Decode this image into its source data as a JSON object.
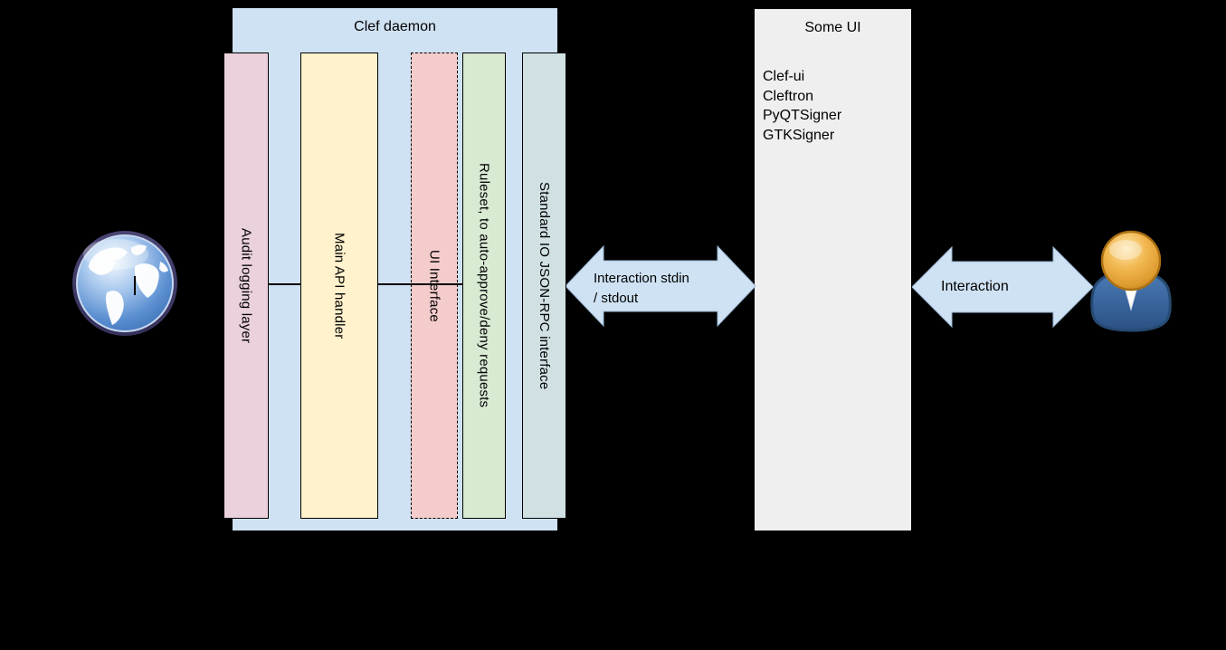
{
  "diagram": {
    "clef_box": {
      "title": "Clef daemon",
      "bars": [
        {
          "label": "Audit logging layer"
        },
        {
          "label": "Main API handler"
        },
        {
          "label": "UI Interface"
        },
        {
          "label": "Ruleset, to auto-approve/deny requests"
        },
        {
          "label": "Standard IO JSON-RPC interface"
        }
      ]
    },
    "arrow_left": {
      "label_line1": "Interaction stdin",
      "label_line2": "/ stdout"
    },
    "some_ui_box": {
      "title": "Some UI",
      "items": [
        "Clef-ui",
        "Cleftron",
        "PyQTSigner",
        "GTKSigner"
      ]
    },
    "arrow_right": {
      "label": "Interaction"
    },
    "icons": {
      "left": "globe-icon",
      "right": "user-icon"
    },
    "colors": {
      "background": "#000000",
      "clef_container": "#cfe2f3",
      "bar_audit": "#ead1dc",
      "bar_main_api": "#fff2cc",
      "bar_ui_interface": "#f4cccc",
      "bar_ruleset": "#d9ead3",
      "bar_stdio": "#d0e0e3",
      "some_ui_box": "#efefef",
      "arrow_fill": "#cfe2f3",
      "text": "#000000"
    }
  }
}
